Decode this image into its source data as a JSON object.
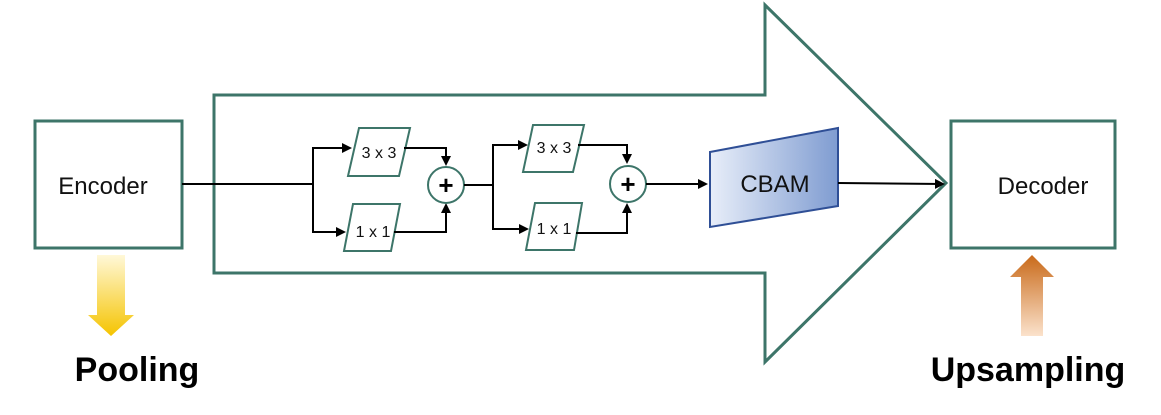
{
  "diagram": {
    "encoder_label": "Encoder",
    "decoder_label": "Decoder",
    "pooling_label": "Pooling",
    "upsampling_label": "Upsampling",
    "cbam_label": "CBAM",
    "block1": {
      "conv_top": "3 x 3",
      "conv_bottom": "1 x 1",
      "sum_symbol": "+"
    },
    "block2": {
      "conv_top": "3 x 3",
      "conv_bottom": "1 x 1",
      "sum_symbol": "+"
    }
  },
  "colors": {
    "box_stroke": "#3d7569",
    "arrow_stroke": "#3d7569",
    "cbam_fill_light": "#e8eef9",
    "cbam_fill_dark": "#7f9cd1",
    "cbam_stroke": "#2f4f96",
    "pooling_arrow": "#f5c400",
    "upsampling_arrow": "#c96a1a"
  },
  "icons": {
    "pooling": "down-arrow-icon",
    "upsampling": "up-arrow-icon"
  }
}
